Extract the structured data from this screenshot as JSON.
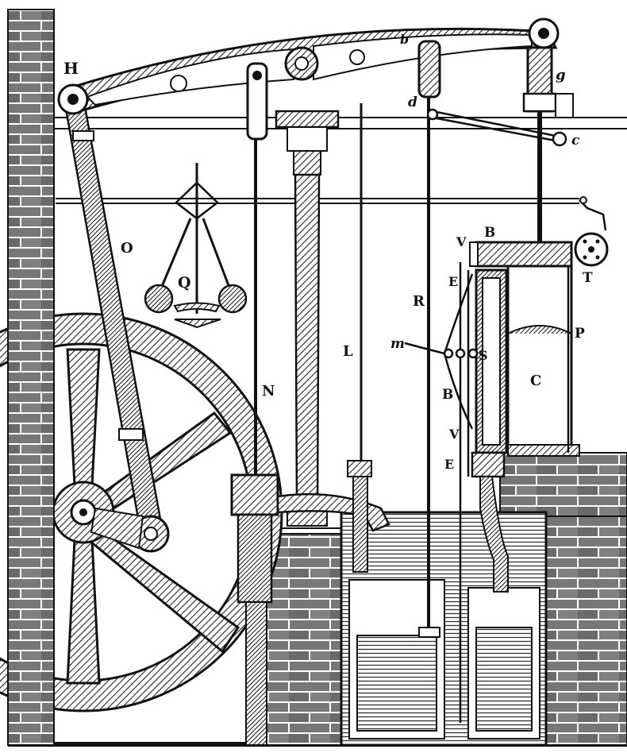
{
  "figure": {
    "labels": {
      "H": "H",
      "b": "b",
      "g": "g",
      "d": "d",
      "c": "c",
      "O": "O",
      "Q": "Q",
      "V_top": "V",
      "B_top": "B",
      "E_top": "E",
      "R": "R",
      "T": "T",
      "P": "P",
      "m": "m",
      "S": "S",
      "L": "L",
      "C": "C",
      "N": "N",
      "B_mid": "B",
      "V_bottom": "V",
      "E_bottom": "E"
    }
  },
  "colors": {
    "ink": "#111111",
    "paper": "#ffffff",
    "hatch": "#222222"
  }
}
